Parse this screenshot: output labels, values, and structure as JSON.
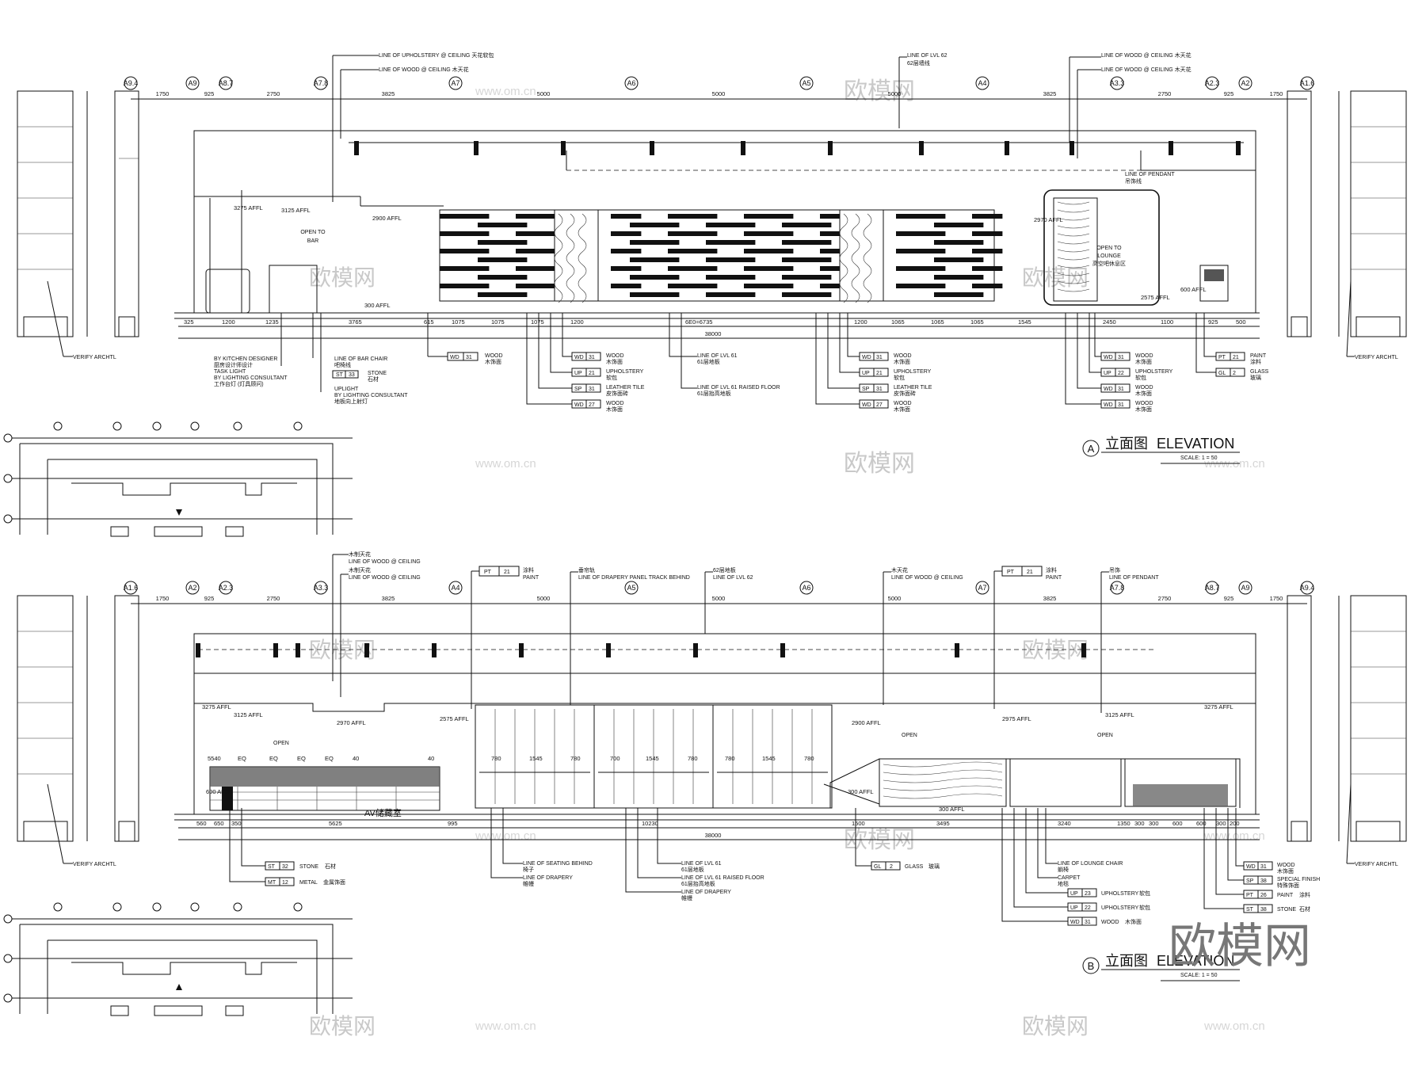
{
  "elevation_a": {
    "title_cn": "立面图",
    "title_en": "ELEVATION",
    "marker": "A",
    "scale": "SCALE: 1 = 50",
    "grid": [
      "A9.4",
      "A9",
      "A8.7",
      "A7.8",
      "A7",
      "A6",
      "A5",
      "A4",
      "A3.3",
      "A2.3",
      "A2",
      "A1.6"
    ],
    "top_dims": [
      "1750",
      "925",
      "2750",
      "3825",
      "5000",
      "5000",
      "5000",
      "3825",
      "2750",
      "925",
      "1750"
    ],
    "bottom_dims": [
      "325",
      "1200",
      "1235",
      "3765",
      "615",
      "1075",
      "1075",
      "1075",
      "1200",
      "6E0=6735",
      "1200",
      "1065",
      "1065",
      "1065",
      "1545",
      "2450",
      "1100",
      "925",
      "500"
    ],
    "total": "38000",
    "open_bar": [
      "OPEN TO",
      "BAR"
    ],
    "open_lounge": [
      "OPEN TO",
      "LOUNGE",
      "高空吧休息区"
    ],
    "affl": [
      "3125 AFFL",
      "2900 AFFL",
      "3275 AFFL",
      "300 AFFL",
      "2970 AFFL",
      "2575 AFFL",
      "600 AFFL"
    ],
    "top_notes": [
      [
        "LINE OF UPHOLSTERY @ CEILING 天花软包",
        "LINE OF WOOD @ CEILING 木天花"
      ],
      [
        "LINE OF LVL 62",
        "62层墙线"
      ],
      [
        "LINE OF WOOD @ CEILING 木天花",
        "LINE OF WOOD @ CEILING 木天花"
      ]
    ],
    "pendant": [
      "LINE OF PENDANT",
      "吊饰线"
    ],
    "left_notes": [
      "BY KITCHEN DESIGNER",
      "厨房设计师设计",
      "TASK LIGHT",
      "BY LIGHTING CONSULTANT",
      "工作台灯 (灯具顾问)"
    ],
    "bar_chair": [
      "LINE OF BAR CHAIR",
      "吧椅线"
    ],
    "uplight": [
      "UPLIGHT",
      "BY LIGHTING CONSULTANT",
      "地板向上射灯"
    ],
    "stone": [
      "ST",
      "33",
      "STONE",
      "石材"
    ],
    "tags_mid_left": [
      [
        "WD",
        "31",
        "WOOD",
        "木饰面"
      ]
    ],
    "tags_group1": [
      [
        "WD",
        "31",
        "WOOD",
        "木饰面"
      ],
      [
        "UP",
        "21",
        "UPHOLSTERY",
        "软包"
      ],
      [
        "SP",
        "31",
        "LEATHER TILE",
        "皮饰面砖"
      ],
      [
        "WD",
        "27",
        "WOOD",
        "木饰面"
      ]
    ],
    "lvl61": [
      "LINE OF LVL 61",
      "61层地板",
      "LINE OF LVL 61 RAISED FLOOR",
      "61层抬高地板"
    ],
    "tags_group2": [
      [
        "WD",
        "31",
        "WOOD",
        "木饰面"
      ],
      [
        "UP",
        "21",
        "UPHOLSTERY",
        "软包"
      ],
      [
        "SP",
        "31",
        "LEATHER TILE",
        "皮饰面砖"
      ],
      [
        "WD",
        "27",
        "WOOD",
        "木饰面"
      ]
    ],
    "tags_group3": [
      [
        "WD",
        "31",
        "WOOD",
        "木饰面"
      ],
      [
        "UP",
        "22",
        "UPHOLSTERY",
        "软包"
      ],
      [
        "WD",
        "31",
        "WOOD",
        "木饰面"
      ],
      [
        "WD",
        "31",
        "WOOD",
        "木饰面"
      ]
    ],
    "tags_right": [
      [
        "PT",
        "21",
        "PAINT",
        "涂料"
      ],
      [
        "GL",
        "2",
        "GLASS",
        "玻璃"
      ]
    ],
    "verify": "VERIFY ARCHTL"
  },
  "elevation_b": {
    "title_cn": "立面图",
    "title_en": "ELEVATION",
    "marker": "B",
    "scale": "SCALE: 1 = 50",
    "grid": [
      "A1.6",
      "A2",
      "A2.3",
      "A3.3",
      "A4",
      "A5",
      "A6",
      "A7",
      "A7.8",
      "A8.7",
      "A9",
      "A9.4"
    ],
    "top_dims": [
      "1750",
      "925",
      "2750",
      "3825",
      "5000",
      "5000",
      "5000",
      "3825",
      "2750",
      "925",
      "1750"
    ],
    "bottom_dims": [
      "560",
      "650",
      "350",
      "5625",
      "995",
      "10230",
      "1500",
      "3495",
      "3240",
      "1350",
      "300",
      "300",
      "600",
      "600",
      "300",
      "200"
    ],
    "total": "38000",
    "open_left": "OPEN",
    "open_mid": "OPEN",
    "open_right": "OPEN",
    "av": "AV储藏室",
    "bench_dims": [
      "5540",
      "EQ",
      "EQ",
      "EQ",
      "EQ",
      "40",
      "40"
    ],
    "bay_dims": [
      "780",
      "1545",
      "780",
      "700",
      "1545",
      "780",
      "780",
      "1545",
      "780"
    ],
    "affl": [
      "3275 AFFL",
      "3125 AFFL",
      "2970 AFFL",
      "2575 AFFL",
      "2900 AFFL",
      "2975 AFFL",
      "3125 AFFL",
      "3275 AFFL",
      "300 AFFL",
      "600 AFFL",
      "300 AFFL"
    ],
    "top_notes": [
      [
        "木制天花",
        "LINE OF WOOD @ CEILING",
        "木制天花",
        "LINE OF WOOD @ CEILING"
      ],
      [
        "PT",
        "21",
        "涂料",
        "PAINT"
      ],
      [
        "垂帘轨",
        "LINE OF DRAPERY PANEL TRACK BEHIND"
      ],
      [
        "62层地板",
        "LINE OF LVL 62"
      ],
      [
        "木天花",
        "LINE OF WOOD @ CEILING"
      ],
      [
        "PT",
        "21",
        "涂料",
        "PAINT"
      ],
      [
        "吊饰",
        "LINE OF PENDANT"
      ]
    ],
    "tags_left": [
      [
        "ST",
        "32",
        "STONE",
        "石材"
      ],
      [
        "MT",
        "12",
        "METAL",
        "金属饰面"
      ]
    ],
    "seating": [
      "LINE OF SEATING BEHIND",
      "椅子",
      "LINE OF DRAPERY",
      "帷幔"
    ],
    "lvl61": [
      "LINE OF LVL 61",
      "61层地板",
      "LINE OF LVL 61 RAISED FLOOR",
      "61层抬高地板",
      "LINE OF DRAPERY",
      "帷幔"
    ],
    "glass": [
      "GL",
      "2",
      "GLASS",
      "玻璃"
    ],
    "lounge": [
      "LINE OF LOUNGE CHAIR",
      "躺椅",
      "CARPET",
      "地毯"
    ],
    "tags_mid": [
      [
        "UP",
        "23",
        "UPHOLSTERY",
        "软包"
      ],
      [
        "UP",
        "22",
        "UPHOLSTERY",
        "软包"
      ],
      [
        "WD",
        "31",
        "WOOD",
        "木饰面"
      ]
    ],
    "tags_right": [
      [
        "WD",
        "31",
        "WOOD",
        "木饰面"
      ],
      [
        "SP",
        "38",
        "SPECIAL FINISH",
        "特殊饰面"
      ],
      [
        "PT",
        "26",
        "PAINT",
        "涂料"
      ],
      [
        "ST",
        "38",
        "STONE",
        "石材"
      ]
    ],
    "verify": "VERIFY ARCHTL"
  },
  "watermark": {
    "brand": "欧模网",
    "url": "www.om.cn"
  },
  "colors": {
    "ink": "#111111",
    "paper": "#ffffff",
    "watermark": "#c9c9c9"
  }
}
